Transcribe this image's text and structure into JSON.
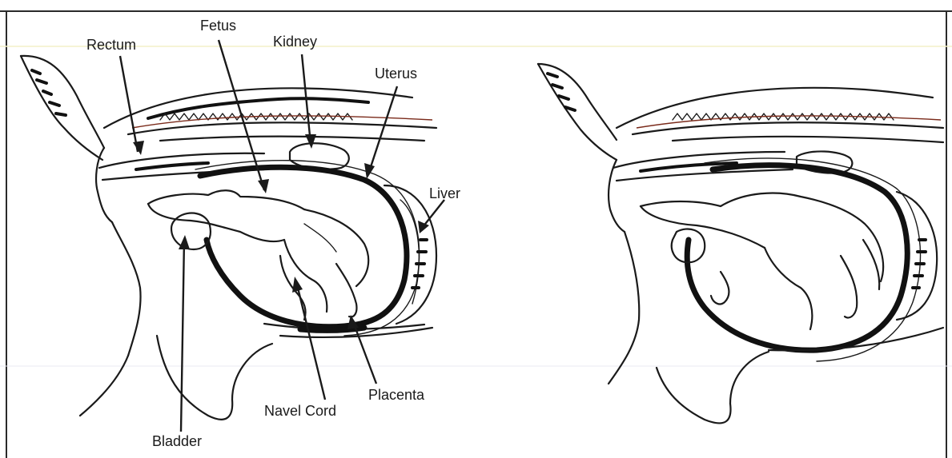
{
  "labels": {
    "rectum": "Rectum",
    "fetus": "Fetus",
    "kidney": "Kidney",
    "uterus": "Uterus",
    "liver": "Liver",
    "bladder": "Bladder",
    "navel_cord": "Navel Cord",
    "placenta": "Placenta"
  },
  "colors": {
    "ink": "#1a1a1a",
    "frame": "#2a2a2a",
    "reddish_line": "#7a2a1a",
    "yellow_tint": "#f4f1c8"
  }
}
